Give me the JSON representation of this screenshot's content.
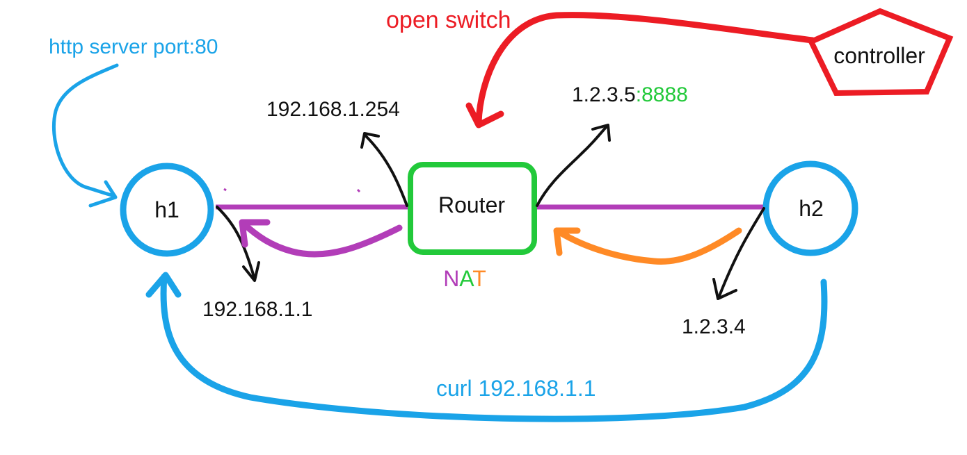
{
  "nodes": {
    "h1": "h1",
    "h2": "h2",
    "router": "Router",
    "controller": "controller"
  },
  "labels": {
    "http_server": "http server port:80",
    "open_switch": "open switch",
    "router_lan_ip": "192.168.1.254",
    "router_wan_ip": "1.2.3.5",
    "router_wan_port": ":8888",
    "h1_ip": "192.168.1.1",
    "h2_ip": "1.2.3.4",
    "curl": "curl 192.168.1.1",
    "nat": [
      "N",
      "A",
      "T"
    ]
  },
  "colors": {
    "blue": "#1aa3e8",
    "red": "#ec1c24",
    "green": "#22c93a",
    "purple": "#b23db8",
    "orange": "#ff8a26",
    "black": "#111111"
  }
}
